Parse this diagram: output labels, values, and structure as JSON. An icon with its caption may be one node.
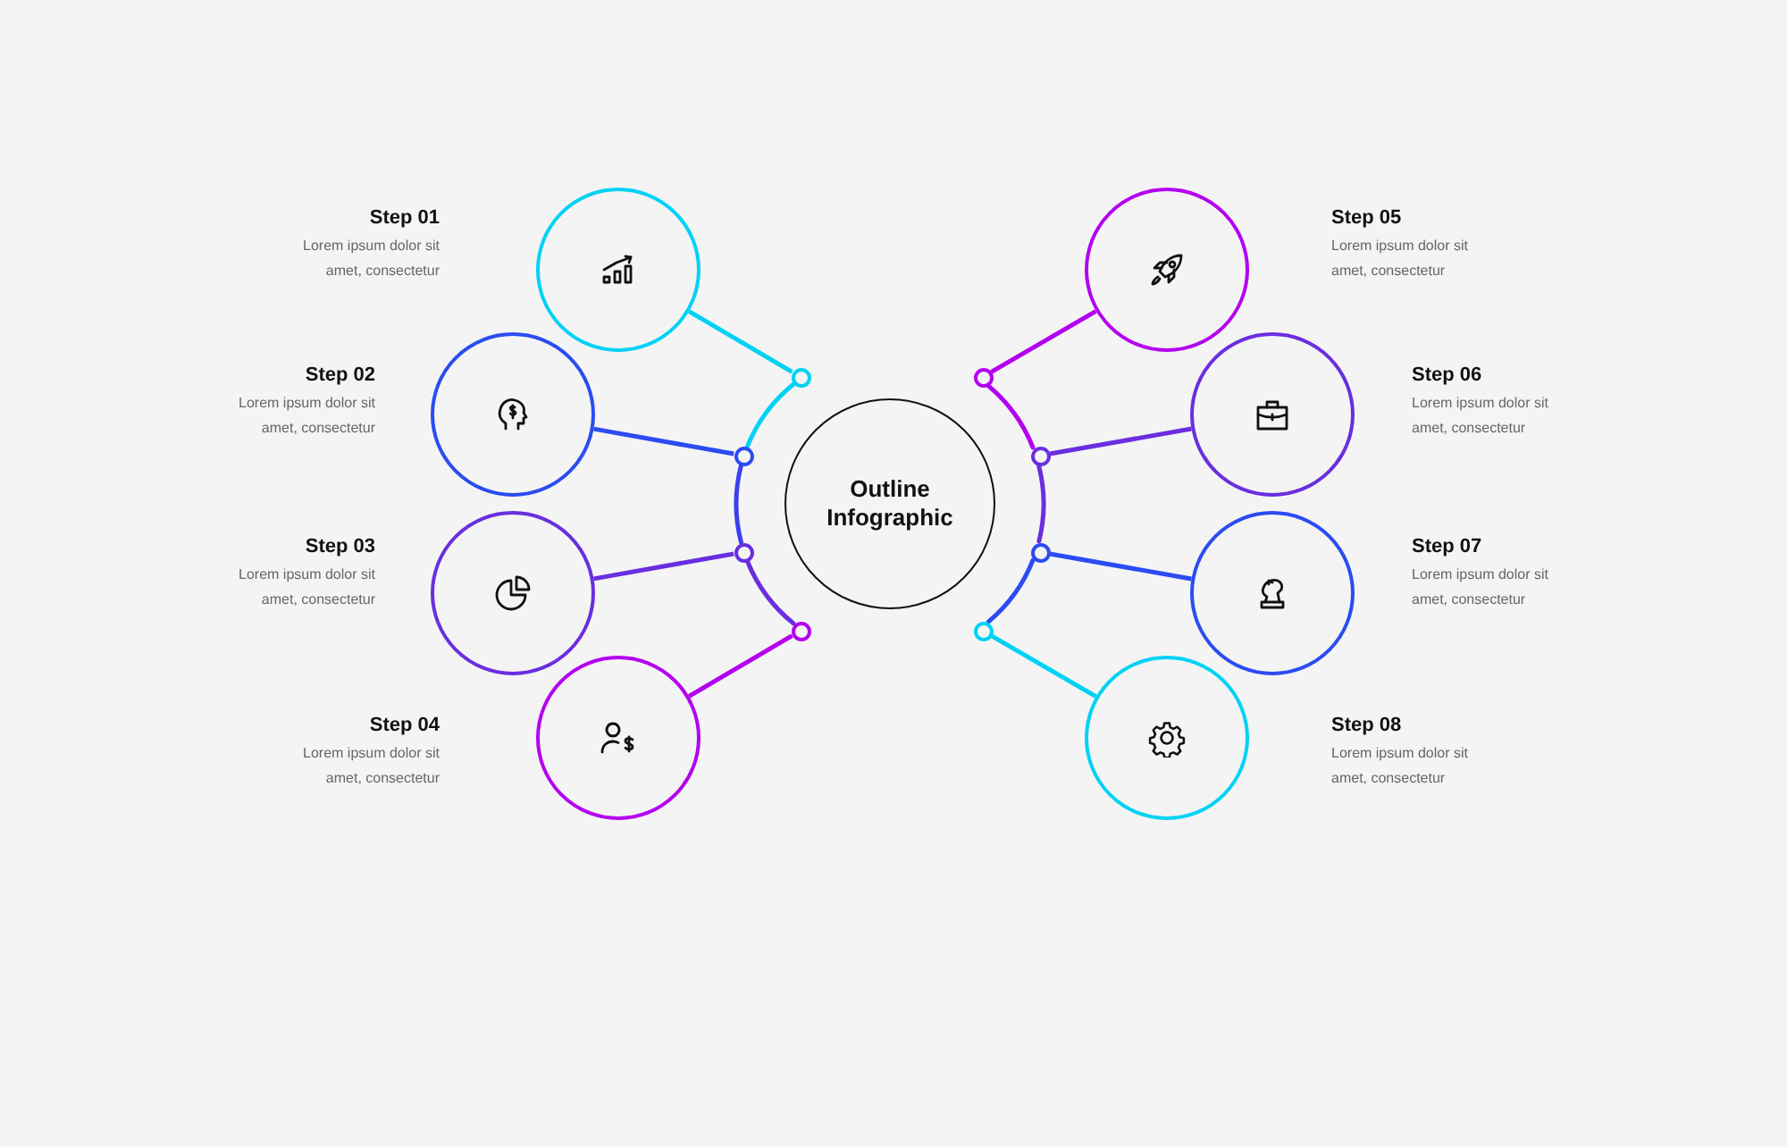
{
  "diagram": {
    "nodes": [
      {
        "text": [
          "Outline Infographic"
        ]
      },
      {
        "text": [],
        "shape": "circle",
        "beside": [
          "Step 01",
          "Lorem ipsum dolor sit amet, consectetur"
        ]
      },
      {
        "text": [],
        "shape": "circle",
        "beside": [
          "Step 02",
          "Lorem ipsum dolor sit amet, consectetur"
        ]
      },
      {
        "text": [],
        "shape": "circle",
        "beside": [
          "Step 03",
          "Lorem ipsum dolor sit amet, consectetur"
        ]
      },
      {
        "text": [],
        "shape": "circle",
        "beside": [
          "Step 04",
          "Lorem ipsum dolor sit amet, consectetur"
        ]
      },
      {
        "text": [],
        "shape": "circle",
        "beside": [
          "Step 05",
          "Lorem ipsum dolor sit amet, consectetur"
        ]
      },
      {
        "text": [],
        "shape": "circle",
        "beside": [
          "Step 06",
          "Lorem ipsum dolor sit amet, consectetur"
        ]
      },
      {
        "text": [],
        "shape": "circle",
        "beside": [
          "Step 07",
          "Lorem ipsum dolor sit amet, consectetur"
        ]
      },
      {
        "text": [],
        "shape": "circle",
        "beside": [
          "Step 08",
          "Lorem ipsum dolor sit amet, consectetur"
        ]
      },
      {
        "text": [],
        "shape": "circle"
      },
      {
        "text": [],
        "shape": "circle"
      },
      {
        "text": [],
        "shape": "circle"
      },
      {
        "text": [],
        "shape": "circle"
      },
      {
        "text": [],
        "shape": "circle"
      },
      {
        "text": [],
        "shape": "circle"
      },
      {
        "text": [],
        "shape": "circle"
      },
      {
        "text": [],
        "shape": "circle"
      }
    ],
    "edges": [
      {
        "from": 1,
        "to": 9,
        "arrow": "none",
        "color": "#00d2f5"
      },
      {
        "from": 2,
        "to": 10,
        "arrow": "none",
        "color": "#2b4cf2"
      },
      {
        "from": 3,
        "to": 11,
        "arrow": "none",
        "color": "#6a2ee0"
      },
      {
        "from": 4,
        "to": 12,
        "arrow": "none",
        "color": "#b400f0"
      },
      {
        "from": 5,
        "to": 13,
        "arrow": "none",
        "color": "#b400f0"
      },
      {
        "from": 6,
        "to": 14,
        "arrow": "none",
        "color": "#6a2ee0"
      },
      {
        "from": 7,
        "to": 15,
        "arrow": "none",
        "color": "#2b4cf2"
      },
      {
        "from": 8,
        "to": 16,
        "arrow": "none",
        "color": "#00d2f5"
      },
      {
        "from": 9,
        "to": 10,
        "arrow": "none",
        "color": "#00d2f5"
      },
      {
        "from": 10,
        "to": 11,
        "arrow": "none",
        "color": "#3b3ff0"
      },
      {
        "from": 11,
        "to": 12,
        "arrow": "none",
        "color": "#6a2ee0"
      },
      {
        "from": 13,
        "to": 14,
        "arrow": "none",
        "color": "#b400f0"
      },
      {
        "from": 14,
        "to": 15,
        "arrow": "none",
        "color": "#6a2ee0"
      },
      {
        "from": 15,
        "to": 16,
        "arrow": "none",
        "color": "#2b4cf2"
      }
    ]
  }
}
